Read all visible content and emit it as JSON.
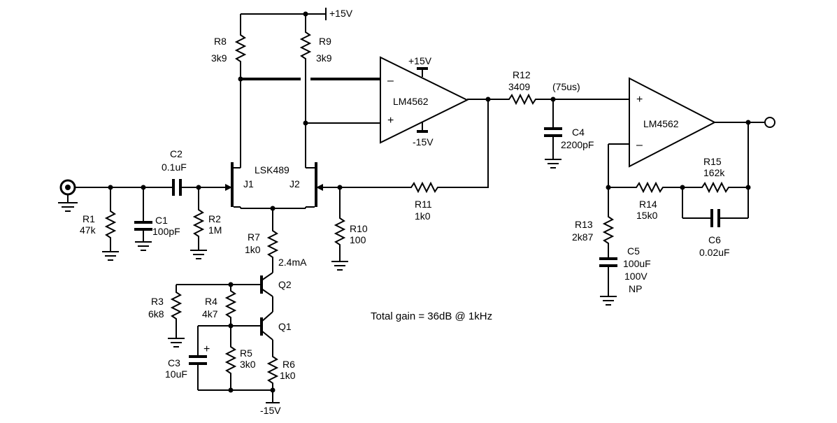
{
  "supplies": {
    "pos": "+15V",
    "neg": "-15V"
  },
  "components": {
    "r1": {
      "ref": "R1",
      "value": "47k"
    },
    "r2": {
      "ref": "R2",
      "value": "1M"
    },
    "r3": {
      "ref": "R3",
      "value": "6k8"
    },
    "r4": {
      "ref": "R4",
      "value": "4k7"
    },
    "r5": {
      "ref": "R5",
      "value": "3k0"
    },
    "r6": {
      "ref": "R6",
      "value": "1k0"
    },
    "r7": {
      "ref": "R7",
      "value": "1k0"
    },
    "r8": {
      "ref": "R8",
      "value": "3k9"
    },
    "r9": {
      "ref": "R9",
      "value": "3k9"
    },
    "r10": {
      "ref": "R10",
      "value": "100"
    },
    "r11": {
      "ref": "R11",
      "value": "1k0"
    },
    "r12": {
      "ref": "R12",
      "value": "3409"
    },
    "r13": {
      "ref": "R13",
      "value": "2k87"
    },
    "r14": {
      "ref": "R14",
      "value": "15k0"
    },
    "r15": {
      "ref": "R15",
      "value": "162k"
    },
    "c1": {
      "ref": "C1",
      "value": "100pF"
    },
    "c2": {
      "ref": "C2",
      "value": "0.1uF"
    },
    "c3": {
      "ref": "C3",
      "value": "10uF"
    },
    "c4": {
      "ref": "C4",
      "value": "2200pF"
    },
    "c5": {
      "ref": "C5",
      "value": "100uF",
      "voltage": "100V",
      "type": "NP"
    },
    "c6": {
      "ref": "C6",
      "value": "0.02uF"
    },
    "jfet": {
      "part": "LSK489",
      "j1": "J1",
      "j2": "J2"
    },
    "q1": {
      "ref": "Q1"
    },
    "q2": {
      "ref": "Q2"
    },
    "u1": {
      "part": "LM4562"
    },
    "u2": {
      "part": "LM4562"
    }
  },
  "annotations": {
    "tail_current": "2.4mA",
    "time_constant": "(75us)",
    "total_gain": "Total gain = 36dB @ 1kHz",
    "plus": "+",
    "minus": "–",
    "c3_polarity": "+"
  }
}
